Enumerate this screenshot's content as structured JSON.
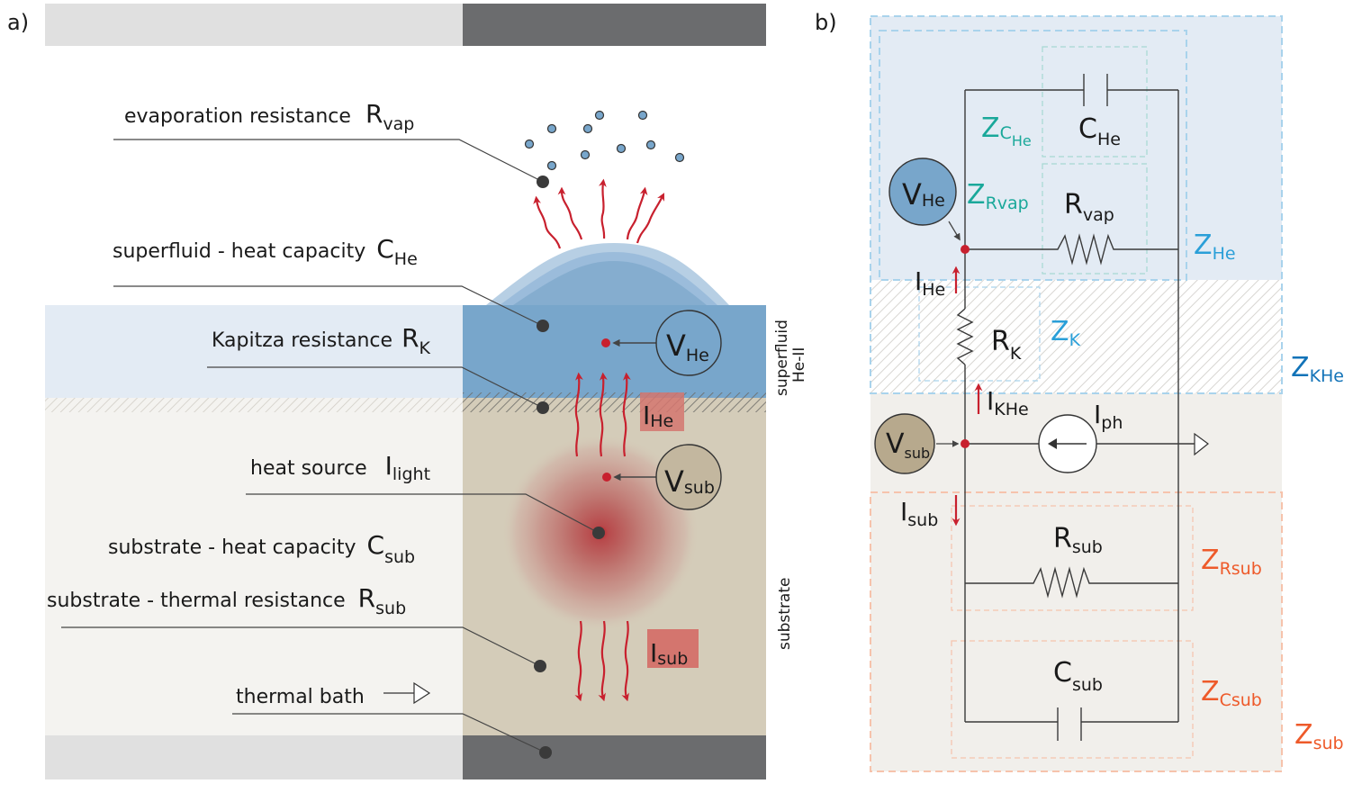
{
  "panel_a": {
    "label": "a)",
    "labels": {
      "evaporation": {
        "text": "evaporation resistance",
        "symbol": "R",
        "sub": "vap"
      },
      "superfluid_cap": {
        "text": "superfluid - heat capacity",
        "symbol": "C",
        "sub": "He"
      },
      "kapitza": {
        "text": "Kapitza resistance",
        "symbol": "R",
        "sub": "K"
      },
      "heat_source": {
        "text": "heat source",
        "symbol": "I",
        "sub": "light"
      },
      "substrate_cap": {
        "text": "substrate - heat capacity",
        "symbol": "C",
        "sub": "sub"
      },
      "substrate_res": {
        "text": "substrate - thermal resistance",
        "symbol": "R",
        "sub": "sub"
      },
      "thermal_bath": {
        "text": "thermal bath"
      }
    },
    "nodes": {
      "v_he": {
        "symbol": "V",
        "sub": "He"
      },
      "v_sub": {
        "symbol": "V",
        "sub": "sub"
      },
      "i_he": {
        "symbol": "I",
        "sub": "He"
      },
      "i_sub": {
        "symbol": "I",
        "sub": "sub"
      }
    },
    "side_labels": {
      "superfluid_line1": "superfluid",
      "superfluid_line2": "He-II",
      "substrate": "substrate"
    },
    "colors": {
      "helium": "#78a6cb",
      "helium_light": "#e3ebf4",
      "substrate": "#d4ccb9",
      "substrate_light": "#f4f3f0",
      "bath": "#6b6c6e",
      "bath_light": "#e0e0e0",
      "heat_arrow": "#c8202e",
      "current_box": "#d4756e"
    }
  },
  "panel_b": {
    "label": "b)",
    "components": {
      "c_he": {
        "symbol": "C",
        "sub": "He"
      },
      "r_vap": {
        "symbol": "R",
        "sub": "vap"
      },
      "r_k": {
        "symbol": "R",
        "sub": "K"
      },
      "r_sub": {
        "symbol": "R",
        "sub": "sub"
      },
      "c_sub": {
        "symbol": "C",
        "sub": "sub"
      },
      "i_ph": {
        "symbol": "I",
        "sub": "ph"
      },
      "v_he": {
        "symbol": "V",
        "sub": "He"
      },
      "v_sub": {
        "symbol": "V",
        "sub": "sub"
      }
    },
    "currents": {
      "i_he": {
        "symbol": "I",
        "sub": "He"
      },
      "i_khe": {
        "symbol": "I",
        "sub": "KHe"
      },
      "i_sub": {
        "symbol": "I",
        "sub": "sub"
      }
    },
    "impedances": {
      "z_che": {
        "symbol": "Z",
        "sub": "C",
        "subsub": "He"
      },
      "z_rvap": {
        "symbol": "Z",
        "sub": "Rvap"
      },
      "z_he": {
        "symbol": "Z",
        "sub": "He"
      },
      "z_k": {
        "symbol": "Z",
        "sub": "K"
      },
      "z_khe": {
        "symbol": "Z",
        "sub": "KHe"
      },
      "z_rsub": {
        "symbol": "Z",
        "sub": "Rsub"
      },
      "z_csub": {
        "symbol": "Z",
        "sub": "Csub"
      },
      "z_sub": {
        "symbol": "Z",
        "sub": "sub"
      }
    },
    "colors": {
      "teal": "#1aa89a",
      "light_blue": "#2a9fd8",
      "dark_blue": "#1273b8",
      "orange": "#ee5a2a",
      "he_region": "#e3ebf4",
      "sub_region": "#f1efeb"
    }
  }
}
